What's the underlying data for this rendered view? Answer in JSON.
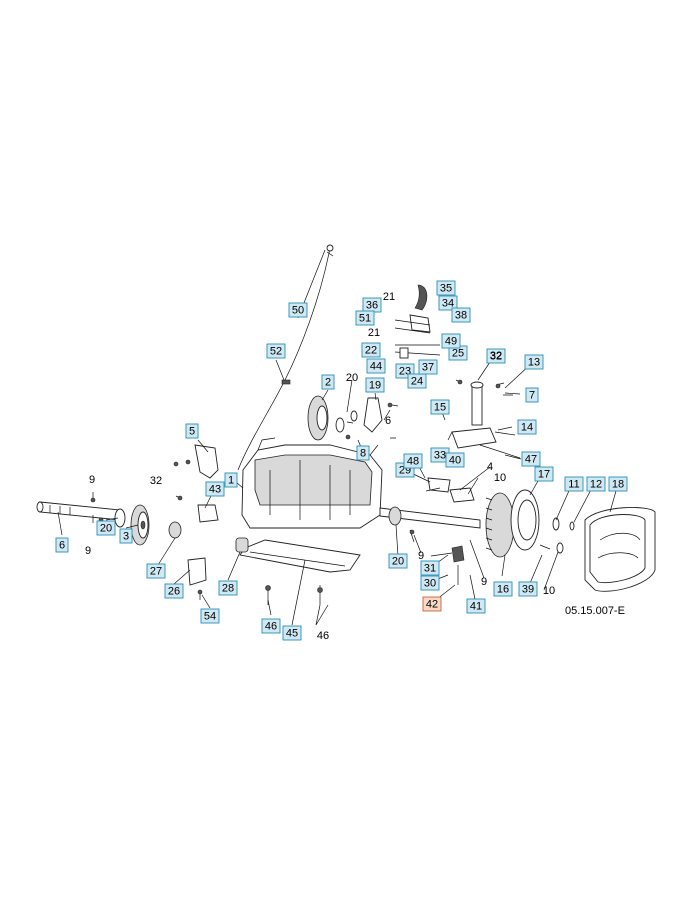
{
  "figure": {
    "drawing_code": "05.15.007-E",
    "boxed_labels": [
      "1",
      "2",
      "3",
      "5",
      "6",
      "7",
      "8",
      "11",
      "12",
      "13",
      "14",
      "15",
      "16",
      "17",
      "18",
      "19",
      "20",
      "22",
      "23",
      "24",
      "25",
      "26",
      "27",
      "28",
      "29",
      "30",
      "31",
      "32",
      "33",
      "34",
      "35",
      "36",
      "37",
      "38",
      "39",
      "40",
      "41",
      "42",
      "43",
      "44",
      "45",
      "46",
      "47",
      "48",
      "49",
      "50",
      "51",
      "52",
      "54"
    ],
    "plain_labels": [
      "4",
      "9",
      "10",
      "20",
      "21",
      "32",
      "46",
      "6"
    ]
  }
}
